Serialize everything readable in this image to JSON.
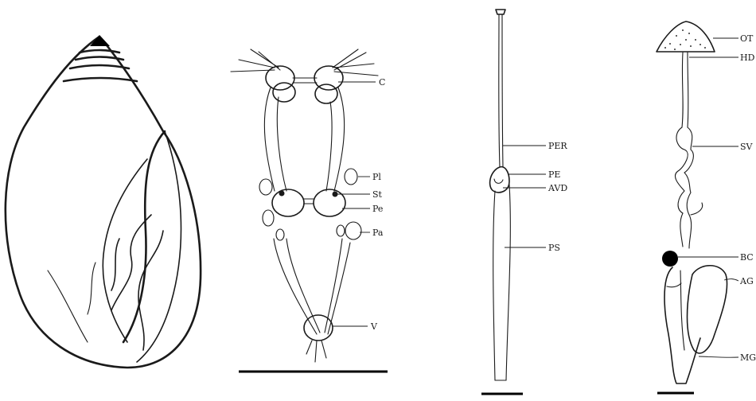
{
  "labels": {
    "nervous_system": [
      "C",
      "Pl",
      "St",
      "Pe",
      "Pa",
      "V"
    ],
    "penis_complex": [
      "PER",
      "PE",
      "AVD",
      "PS"
    ],
    "reproductive_system": [
      "OT",
      "HD",
      "SV",
      "BC",
      "AG",
      "MG"
    ]
  },
  "colors": {
    "ink": "#1a1a1a",
    "background": "#ffffff"
  }
}
